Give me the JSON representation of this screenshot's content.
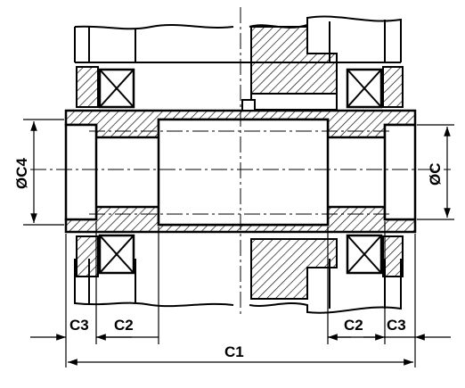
{
  "dimensions": {
    "c1": "C1",
    "c2_left": "C2",
    "c2_right": "C2",
    "c3_left": "C3",
    "c3_right": "C3",
    "dia_c4": "ØC4",
    "dia_c": "ØC"
  },
  "colors": {
    "line": "#000000",
    "background": "#ffffff"
  }
}
